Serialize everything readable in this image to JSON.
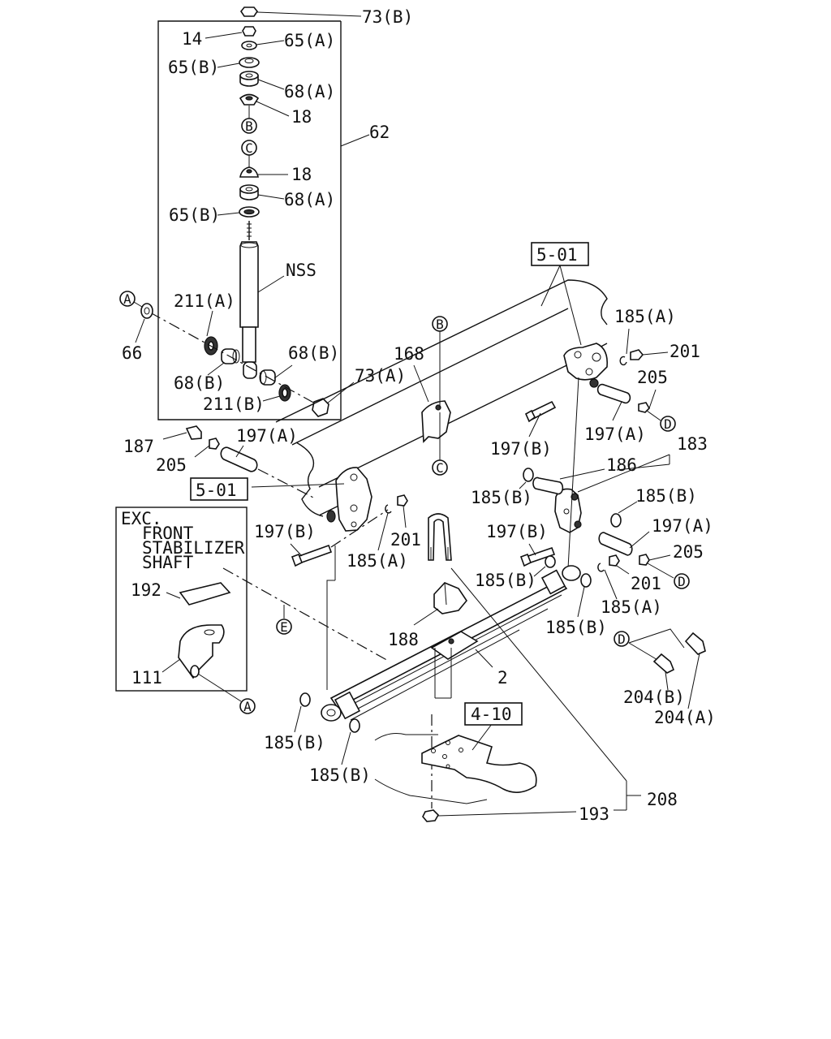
{
  "labels": {
    "73B_top": "73(B)",
    "14": "14",
    "65A": "65(A)",
    "65B_1": "65(B)",
    "68A_1": "68(A)",
    "18_1": "18",
    "62": "62",
    "18_2": "18",
    "68A_2": "68(A)",
    "65B_2": "65(B)",
    "nss": "NSS",
    "211A": "211(A)",
    "66": "66",
    "68B_1": "68(B)",
    "68B_2": "68(B)",
    "211B": "211(B)",
    "73A": "73(A)",
    "501_top": "5-01",
    "185A_top": "185(A)",
    "201_top": "201",
    "205_top": "205",
    "197A_top": "197(A)",
    "168": "168",
    "197B_mid": "197(B)",
    "187": "187",
    "205_left": "205",
    "197A_left": "197(A)",
    "501_left": "5-01",
    "183": "183",
    "186": "186",
    "185B_1": "185(B)",
    "185B_2": "185(B)",
    "197A_right": "197(A)",
    "197B_left": "197(B)",
    "201_left": "201",
    "185A_left": "185(A)",
    "197B_right": "197(B)",
    "205_right": "205",
    "185B_3": "185(B)",
    "201_right": "201",
    "185A_right": "185(A)",
    "185B_4": "185(B)",
    "exc_1": "EXC.",
    "exc_2": "FRONT",
    "exc_3": "STABILIZER",
    "exc_4": "SHAFT",
    "192": "192",
    "111": "111",
    "188": "188",
    "2": "2",
    "204B": "204(B)",
    "204A": "204(A)",
    "185B_5": "185(B)",
    "185B_6": "185(B)",
    "410": "4-10",
    "208": "208",
    "193": "193"
  },
  "callouts": {
    "A_1": "A",
    "A_2": "A",
    "B_1": "B",
    "B_2": "B",
    "C_1": "C",
    "C_2": "C",
    "D_1": "D",
    "D_2": "D",
    "D_3": "D",
    "E_1": "E"
  }
}
